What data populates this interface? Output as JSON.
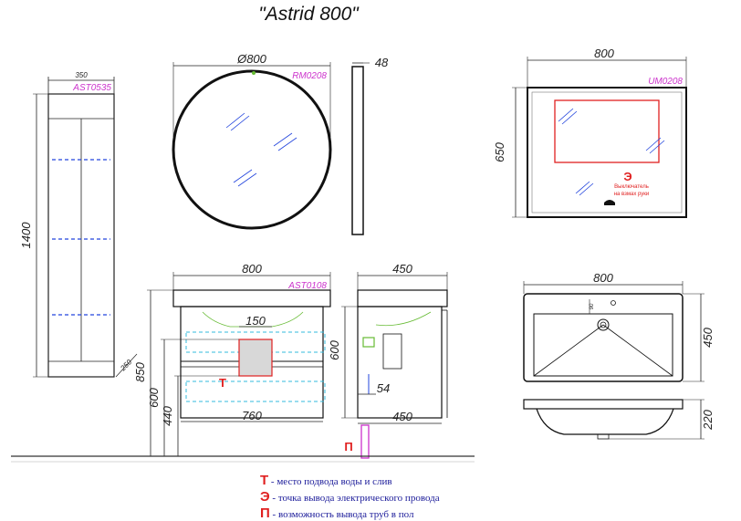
{
  "title": "\"Astrid 800\"",
  "cabinet_pencil": {
    "code": "AST0535",
    "width": "350",
    "height": "1400",
    "depth": "250"
  },
  "mirror_round": {
    "code": "RM0208",
    "diameter": "Ø800",
    "depth": "48"
  },
  "mirror_rect": {
    "code": "UM0208",
    "width": "800",
    "height": "650",
    "symbol": "Э",
    "note_line1": "Выключатель",
    "note_line2": "на взмах руки"
  },
  "vanity": {
    "code": "AST0108",
    "width": "800",
    "inner_width": "760",
    "height": "600",
    "overall": "850",
    "dim_600": "600",
    "dim_440": "440",
    "zone_width": "150",
    "zone_symbol": "Т",
    "side_depth_top": "450",
    "side_depth_bottom": "450",
    "side_54": "54",
    "floor_symbol": "П"
  },
  "basin": {
    "width": "800",
    "depth": "450",
    "height": "220",
    "small": "90"
  },
  "legend": [
    {
      "key": "Т",
      "text": "- место подвода воды и слив"
    },
    {
      "key": "Э",
      "text": "- точка вывода электрического провода"
    },
    {
      "key": "П",
      "text": "- возможность вывода труб в пол"
    }
  ],
  "colors": {
    "line": "#1a1a1a",
    "code": "#cc33cc",
    "accent": "#e02020",
    "dash": "#2244dd",
    "cyan": "#33bbdd",
    "green": "#66bb33"
  }
}
